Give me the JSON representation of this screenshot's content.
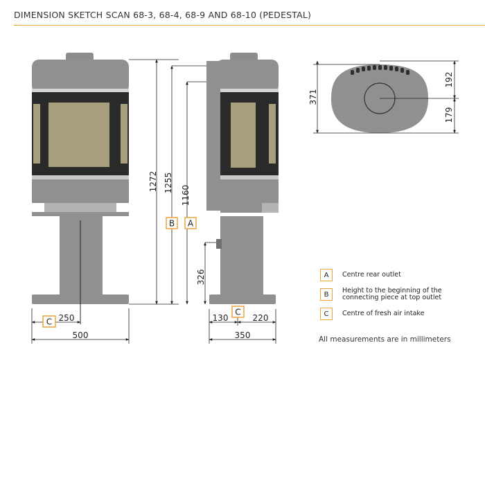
{
  "title": "DIMENSION SKETCH  SCAN 68-3, 68-4, 68-9 AND 68-10 (PEDESTAL)",
  "colors": {
    "accent": "#e8a33a",
    "stove": "#8f9092",
    "stove_dark": "#222222",
    "glass": "#a79e7c"
  },
  "dimensions": {
    "total_height": "1272",
    "height_top_outlet": "1255",
    "height_rear_outlet": "1160",
    "height_air_intake": "326",
    "front_width": "500",
    "front_intake_offset": "250",
    "side_depth": "350",
    "side_front_to_intake": "130",
    "side_intake_to_rear": "220",
    "top_depth": "371",
    "top_rear_to_centre": "192",
    "top_centre_to_front": "179"
  },
  "badges": {
    "a": "A",
    "b": "B",
    "c": "C"
  },
  "legend": [
    {
      "letter": "A",
      "text": "Centre rear outlet"
    },
    {
      "letter": "B",
      "text": "Height to the beginning of the connecting piece at top outlet"
    },
    {
      "letter": "C",
      "text": "Centre of fresh air intake"
    }
  ],
  "note": "All measurements are in millimeters"
}
